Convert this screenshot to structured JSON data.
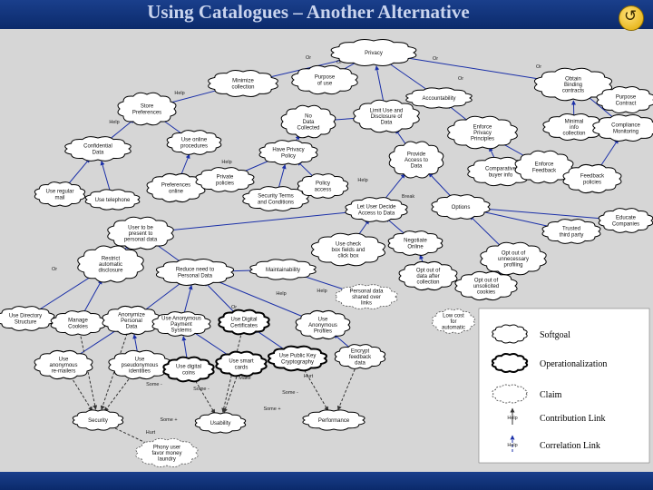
{
  "slide": {
    "title": "Using Catalogues – Another Alternative",
    "nav_icon": "undo-arrow-icon"
  },
  "diagram": {
    "nodes": [
      {
        "id": "privacy",
        "label": "Privacy",
        "type": "softgoal"
      },
      {
        "id": "minimize",
        "label": "Minimize\ncollection",
        "type": "softgoal"
      },
      {
        "id": "purpose",
        "label": "Purpose\nof use",
        "type": "softgoal"
      },
      {
        "id": "usedisclosure",
        "label": "Limit Use and\nDisclosure of\nData",
        "type": "softgoal"
      },
      {
        "id": "accountability",
        "label": "Accountability",
        "type": "softgoal"
      },
      {
        "id": "obtaincontract",
        "label": "Obtain\nBinding\ncontracts",
        "type": "softgoal"
      },
      {
        "id": "minimalinfo",
        "label": "Minimal\ninfo\ncollection",
        "type": "softgoal"
      },
      {
        "id": "compliance",
        "label": "Compliance\nMonitoring",
        "type": "softgoal"
      },
      {
        "id": "enforceprivacy",
        "label": "Enforce\nPrivacy\nPrinciples",
        "type": "softgoal"
      },
      {
        "id": "purposecontract",
        "label": "Purpose\nContract",
        "type": "softgoal"
      },
      {
        "id": "provideaccess",
        "label": "Provide\nAccess to\nData",
        "type": "softgoal"
      },
      {
        "id": "nodatacollected",
        "label": "No\nData\nCollected",
        "type": "softgoal"
      },
      {
        "id": "storeprefs",
        "label": "Store\nPreferences",
        "type": "softgoal"
      },
      {
        "id": "useonline",
        "label": "Use online\nprocedures",
        "type": "softgoal"
      },
      {
        "id": "privacypolicy",
        "label": "Have Privacy\nPolicy",
        "type": "softgoal"
      },
      {
        "id": "confidential",
        "label": "Confidential\nData",
        "type": "softgoal"
      },
      {
        "id": "comparative",
        "label": "Comparative\nbuyer info",
        "type": "softgoal"
      },
      {
        "id": "enforcefeedback",
        "label": "Enforce\nFeedback",
        "type": "softgoal"
      },
      {
        "id": "feedbackpolicies",
        "label": "Feedback\npolicies",
        "type": "softgoal"
      },
      {
        "id": "useregular",
        "label": "Use regular\nmail",
        "type": "softgoal"
      },
      {
        "id": "usetelephone",
        "label": "Use telephone",
        "type": "softgoal"
      },
      {
        "id": "prefsonline",
        "label": "Preferences\nonline",
        "type": "softgoal"
      },
      {
        "id": "privatepolicies",
        "label": "Private\npolicies",
        "type": "softgoal"
      },
      {
        "id": "securityterms",
        "label": "Security Terms\nand Conditions",
        "type": "softgoal"
      },
      {
        "id": "policyaccess",
        "label": "Policy\naccess",
        "type": "softgoal"
      },
      {
        "id": "userdecide",
        "label": "Let User Decide\nAccess to Data",
        "type": "softgoal"
      },
      {
        "id": "options",
        "label": "Options",
        "type": "softgoal"
      },
      {
        "id": "trustedparty",
        "label": "Trusted\nthird party",
        "type": "softgoal"
      },
      {
        "id": "educate",
        "label": "Educate\nCompanies",
        "type": "softgoal"
      },
      {
        "id": "userpresent",
        "label": "User to be\npresent to\npersonal data",
        "type": "softgoal"
      },
      {
        "id": "restrict",
        "label": "Restrict\nautomatic\ndisclosure",
        "type": "softgoal"
      },
      {
        "id": "usercheckbox",
        "label": "Use check\nbox fields and\nclick box",
        "type": "softgoal"
      },
      {
        "id": "negotiate",
        "label": "Negotiate\nOnline",
        "type": "softgoal"
      },
      {
        "id": "optout",
        "label": "Opt out of\nunnecessary\nprofiling",
        "type": "softgoal"
      },
      {
        "id": "reduceneed",
        "label": "Reduce need to\nPersonal Data",
        "type": "softgoal"
      },
      {
        "id": "maintainability",
        "label": "Maintainability",
        "type": "softgoal"
      },
      {
        "id": "optoutdata",
        "label": "Opt out of\ndata after\ncollection",
        "type": "softgoal"
      },
      {
        "id": "optoutcookies",
        "label": "Opt out of\nunsolicited\ncookies",
        "type": "softgoal"
      },
      {
        "id": "wrongclaim",
        "label": "Personal data\nshared over\nlinks",
        "type": "claim"
      },
      {
        "id": "directory",
        "label": "Use Directory\nStructure",
        "type": "softgoal"
      },
      {
        "id": "manage",
        "label": "Manage\nCookies",
        "type": "softgoal"
      },
      {
        "id": "anonymize",
        "label": "Anonymize\nPersonal\nData",
        "type": "softgoal"
      },
      {
        "id": "useanonymous",
        "label": "Use Anonymous\nPayment\nSystems",
        "type": "softgoal"
      },
      {
        "id": "digitalcert",
        "label": "Use Digital\nCertificates",
        "type": "operationalization"
      },
      {
        "id": "anonymousprofiles",
        "label": "Use\nAnonymous\nProfiles",
        "type": "softgoal"
      },
      {
        "id": "regularmail",
        "label": "Use\nanonymous\nre-mailers",
        "type": "softgoal"
      },
      {
        "id": "usepseudonym",
        "label": "Use\npseudonymous\nidentities",
        "type": "softgoal"
      },
      {
        "id": "digitalcoins",
        "label": "Use digital\ncoins",
        "type": "operationalization"
      },
      {
        "id": "smartcards",
        "label": "Use smart\ncards",
        "type": "operationalization"
      },
      {
        "id": "publickey",
        "label": "Use Public Key\nCryptography",
        "type": "operationalization"
      },
      {
        "id": "encryptfeedback",
        "label": "Encrypt\nfeedback\ndata",
        "type": "softgoal"
      },
      {
        "id": "lowcostclaim",
        "label": "Low cost\nfor\nautomatic",
        "type": "claim"
      },
      {
        "id": "security",
        "label": "Security",
        "type": "softgoal"
      },
      {
        "id": "usability",
        "label": "Usability",
        "type": "softgoal"
      },
      {
        "id": "performance",
        "label": "Performance",
        "type": "softgoal"
      },
      {
        "id": "phonyclaim",
        "label": "Phony user\nfavor money\nlaundry",
        "type": "claim"
      }
    ],
    "edge_labels": [
      "Or",
      "Or",
      "Or",
      "Or",
      "Or",
      "Or",
      "Help",
      "Help",
      "Help",
      "Help",
      "Help",
      "Help",
      "Help",
      "Some -",
      "Some +",
      "Some -",
      "Some +",
      "Hurt",
      "Make",
      "Hurt",
      "Some -",
      "Break",
      "Or",
      "Or",
      "Or"
    ]
  },
  "legend": {
    "items": [
      {
        "label": "Softgoal",
        "symbol": "softgoal"
      },
      {
        "label": "Operationalization",
        "symbol": "operationalization"
      },
      {
        "label": "Claim",
        "symbol": "claim"
      },
      {
        "label": "Contribution Link",
        "symbol": "contribution-link"
      },
      {
        "label": "Correlation Link",
        "symbol": "correlation-link"
      }
    ],
    "contribution_sample_label": "Help",
    "correlation_sample_label": "Help"
  }
}
